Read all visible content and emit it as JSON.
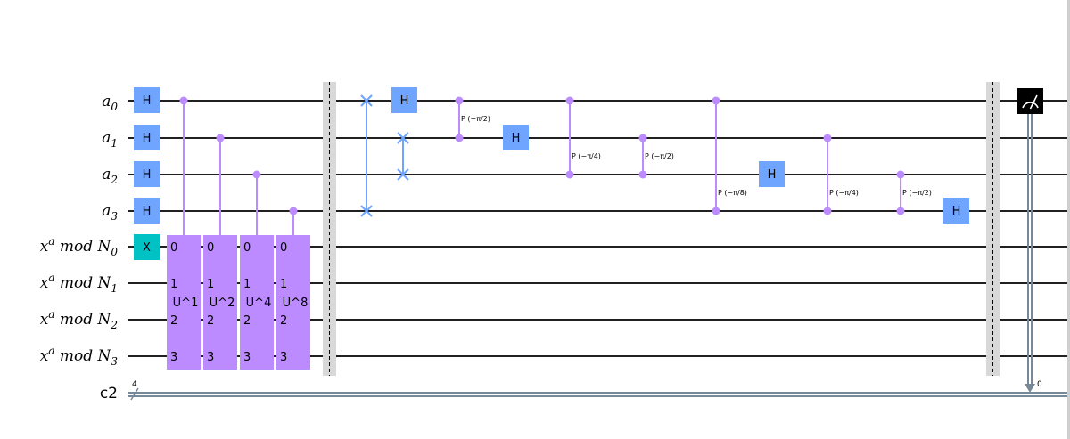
{
  "qubits": [
    {
      "base": "a",
      "sub": "0"
    },
    {
      "base": "a",
      "sub": "1"
    },
    {
      "base": "a",
      "sub": "2"
    },
    {
      "base": "a",
      "sub": "3"
    }
  ],
  "ancilla": [
    {
      "base": "x",
      "sup": "a",
      "mid": " mod N",
      "sub": "0"
    },
    {
      "base": "x",
      "sup": "a",
      "mid": " mod N",
      "sub": "1"
    },
    {
      "base": "x",
      "sup": "a",
      "mid": " mod N",
      "sub": "2"
    },
    {
      "base": "x",
      "sup": "a",
      "mid": " mod N",
      "sub": "3"
    }
  ],
  "classical": {
    "name": "c2",
    "width": "4",
    "index": "0"
  },
  "gates": {
    "h": "H",
    "x": "X",
    "u_labels": [
      "U^1",
      "U^2",
      "U^4",
      "U^8"
    ],
    "u_pins": [
      "0",
      "1",
      "2",
      "3"
    ],
    "phases": [
      "P (−π/2)",
      "P (−π/4)",
      "P (−π/2)",
      "P (−π/8)",
      "P (−π/4)",
      "P (−π/2)"
    ]
  },
  "colors": {
    "h_gate": "#6fa4ff",
    "x_gate": "#00c2c4",
    "u_gate": "#bb8bff",
    "swap": "#6fa4ff",
    "barrier": "#d8d8d8",
    "classical_wire": "#778899",
    "measure": "#000000"
  },
  "icons": {
    "measure": "meter-icon"
  }
}
